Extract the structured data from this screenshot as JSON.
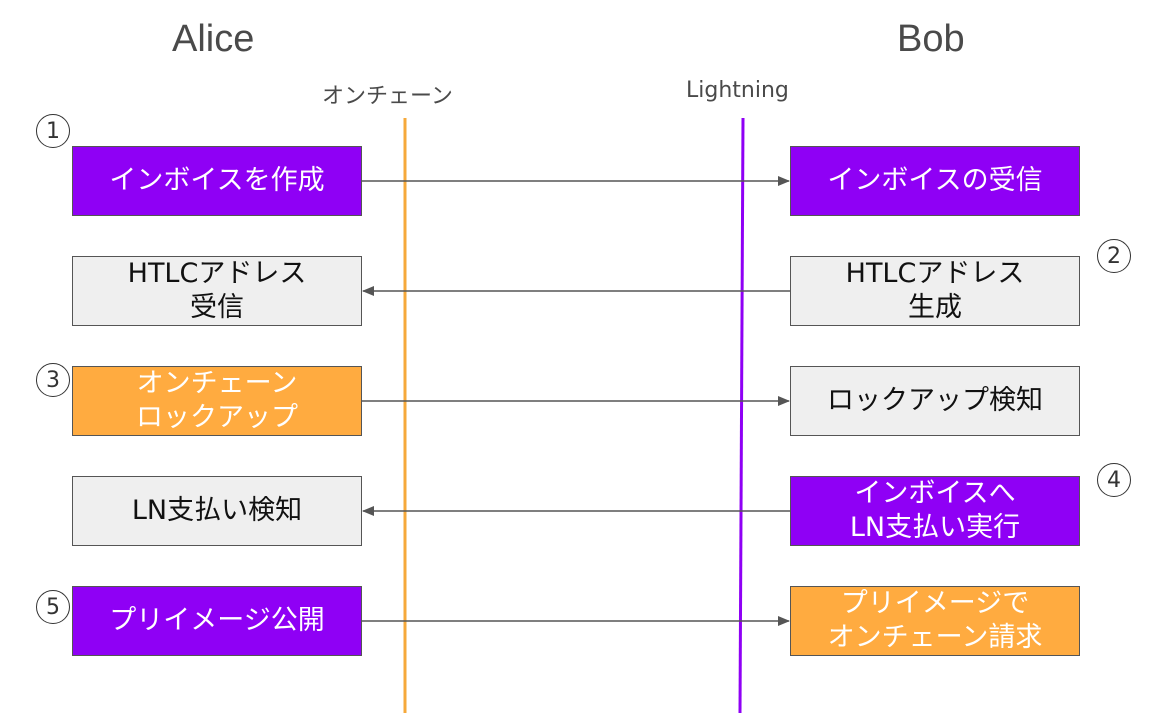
{
  "actors": {
    "left": "Alice",
    "right": "Bob"
  },
  "lanes": {
    "onchain": "オンチェーン",
    "lightning": "Lightning"
  },
  "colors": {
    "purple": "#8f00f5",
    "orange": "#ffab40",
    "gray": "#efefef",
    "onchain_line": "#f6a93b",
    "lightning_line": "#8f00f5",
    "arrow": "#555555"
  },
  "steps": [
    "1",
    "2",
    "3",
    "4",
    "5"
  ],
  "rows": [
    {
      "left": {
        "text": "インボイスを作成",
        "color": "purple"
      },
      "right": {
        "text": "インボイスの受信",
        "color": "purple"
      },
      "direction": "right"
    },
    {
      "left": {
        "text": "HTLCアドレス\n受信",
        "color": "gray"
      },
      "right": {
        "text": "HTLCアドレス\n生成",
        "color": "gray"
      },
      "direction": "left"
    },
    {
      "left": {
        "text": "オンチェーン\nロックアップ",
        "color": "orange"
      },
      "right": {
        "text": "ロックアップ検知",
        "color": "gray"
      },
      "direction": "right"
    },
    {
      "left": {
        "text": "LN支払い検知",
        "color": "gray"
      },
      "right": {
        "text": "インボイスへ\nLN支払い実行",
        "color": "purple"
      },
      "direction": "left"
    },
    {
      "left": {
        "text": "プリイメージ公開",
        "color": "purple"
      },
      "right": {
        "text": "プリイメージで\nオンチェーン請求",
        "color": "orange"
      },
      "direction": "right"
    }
  ]
}
